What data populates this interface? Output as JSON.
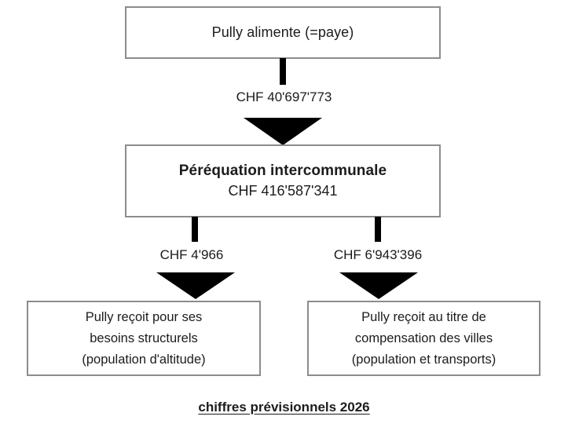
{
  "diagram": {
    "type": "flowchart",
    "caption": "chiffres prévisionnels 2026",
    "nodes": {
      "top": {
        "label": "Pully alimente (=paye)"
      },
      "middle": {
        "title": "Péréquation intercommunale",
        "amount": "CHF 416'587'341"
      },
      "bottom_left": {
        "line1": "Pully reçoit pour ses",
        "line2": "besoins structurels",
        "line3": "(population d'altitude)"
      },
      "bottom_right": {
        "line1": "Pully reçoit au titre de",
        "line2": "compensation des villes",
        "line3": "(population et transports)"
      }
    },
    "arrows": {
      "top_to_middle": {
        "label": "CHF 40'697'773"
      },
      "middle_to_left": {
        "label": "CHF 4'966"
      },
      "middle_to_right": {
        "label": "CHF 6'943'396"
      }
    },
    "colors": {
      "box_border": "#8c8c8c",
      "arrow": "#000000",
      "text": "#1c1c1c",
      "background": "#ffffff"
    }
  }
}
